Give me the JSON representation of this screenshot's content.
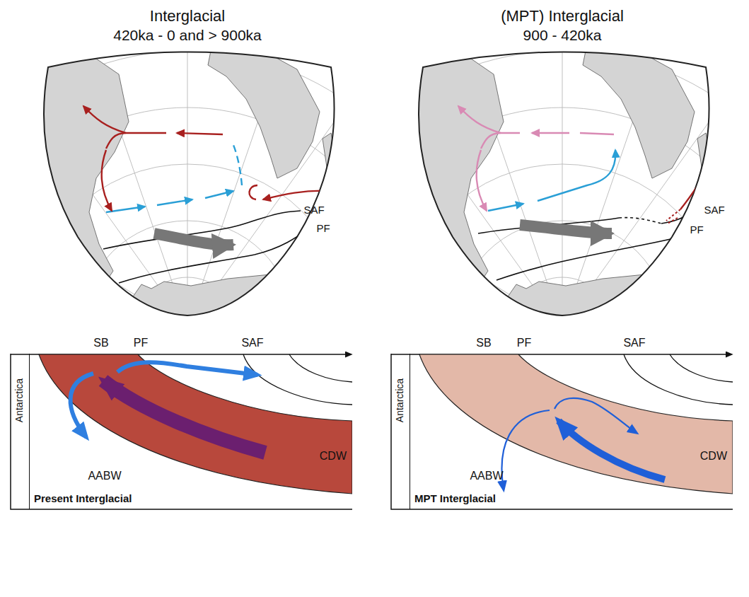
{
  "diagram": {
    "nodes": [
      {
        "text": [
          "Present Interglacial"
        ]
      },
      {
        "text": [
          "Antarctica"
        ],
        "in": 0
      },
      {
        "text": [
          "CDW"
        ],
        "in": 0
      },
      {
        "text": [
          "MPT Interglacial"
        ]
      },
      {
        "text": [
          "Antarctica"
        ],
        "in": 3
      },
      {
        "text": [
          "CDW"
        ],
        "in": 3
      }
    ],
    "labels": [
      "Interglacial",
      "420ka - 0 and > 900ka",
      "(MPT) Interglacial",
      "900 - 420ka",
      "SAF",
      "PF",
      "SAF",
      "PF",
      "SB",
      "PF",
      "SAF",
      "AABW",
      "SB",
      "PF",
      "SAF",
      "AABW"
    ]
  }
}
